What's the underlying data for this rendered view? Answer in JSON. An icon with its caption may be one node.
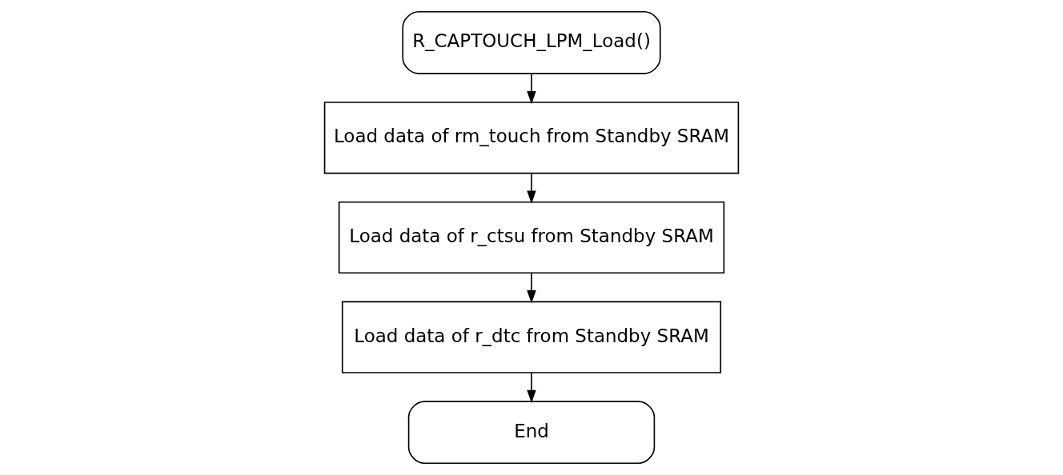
{
  "diagram": {
    "nodes": [
      {
        "text": [
          "R_CAPTOUCH_LPM_Load()"
        ]
      },
      {
        "text": [
          "Load data of rm_touch from Standby SRAM"
        ]
      },
      {
        "text": [
          "Load data of r_ctsu from Standby SRAM"
        ]
      },
      {
        "text": [
          "Load data of r_dtc from Standby SRAM"
        ]
      },
      {
        "text": [
          "End"
        ]
      }
    ],
    "edges": [
      {
        "from": 0,
        "to": 1,
        "arrow": "to"
      },
      {
        "from": 1,
        "to": 2,
        "arrow": "to"
      },
      {
        "from": 2,
        "to": 3,
        "arrow": "to"
      },
      {
        "from": 3,
        "to": 4,
        "arrow": "to"
      }
    ]
  }
}
